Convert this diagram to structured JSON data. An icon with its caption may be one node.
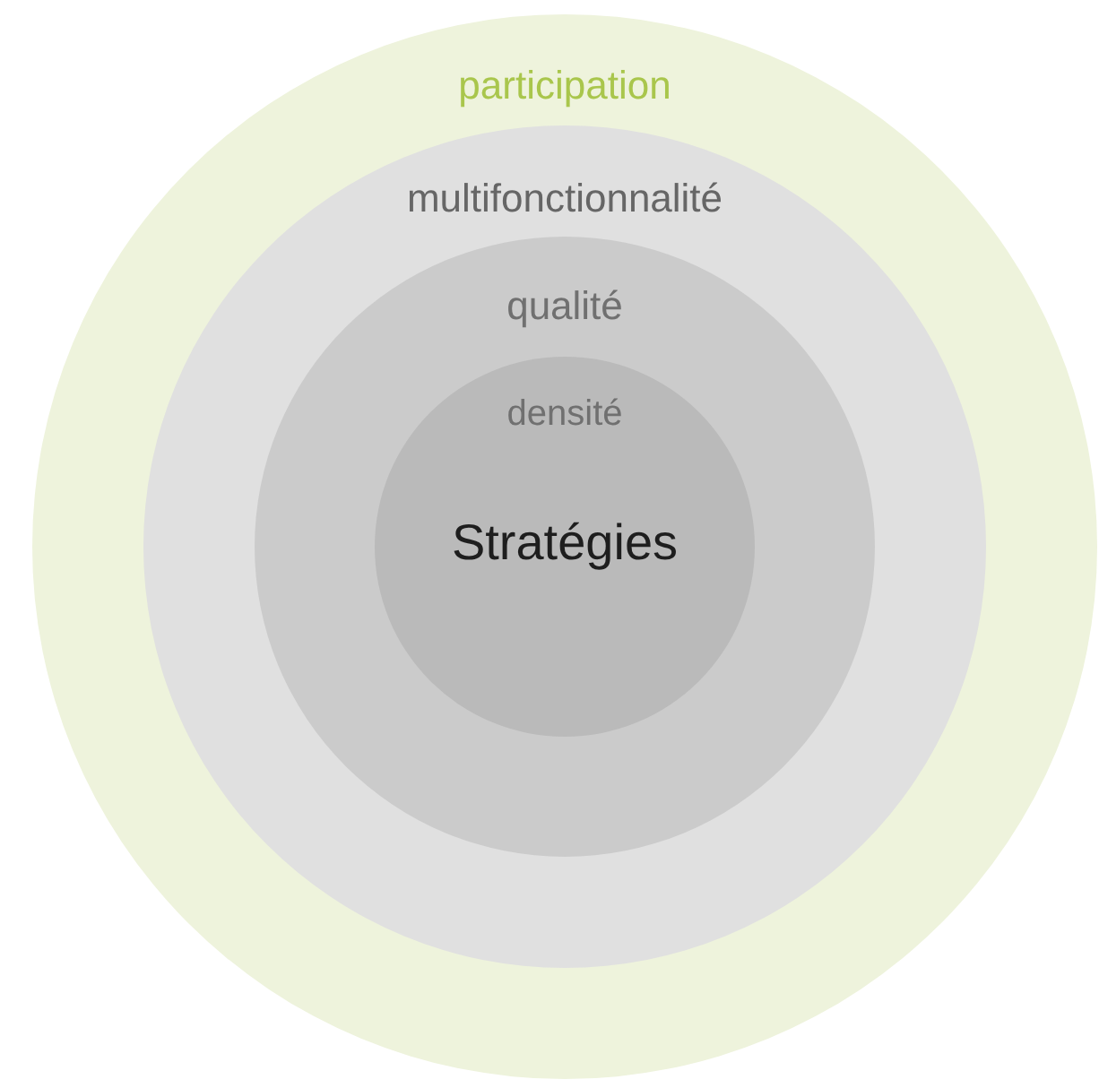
{
  "diagram": {
    "nodes": [
      {
        "text": [
          "participation"
        ]
      },
      {
        "text": [
          "multifonctionnalité"
        ],
        "in": 0
      },
      {
        "text": [
          "qualité"
        ],
        "in": 1
      },
      {
        "text": [
          "densité",
          "Stratégies"
        ],
        "in": 2
      }
    ]
  }
}
